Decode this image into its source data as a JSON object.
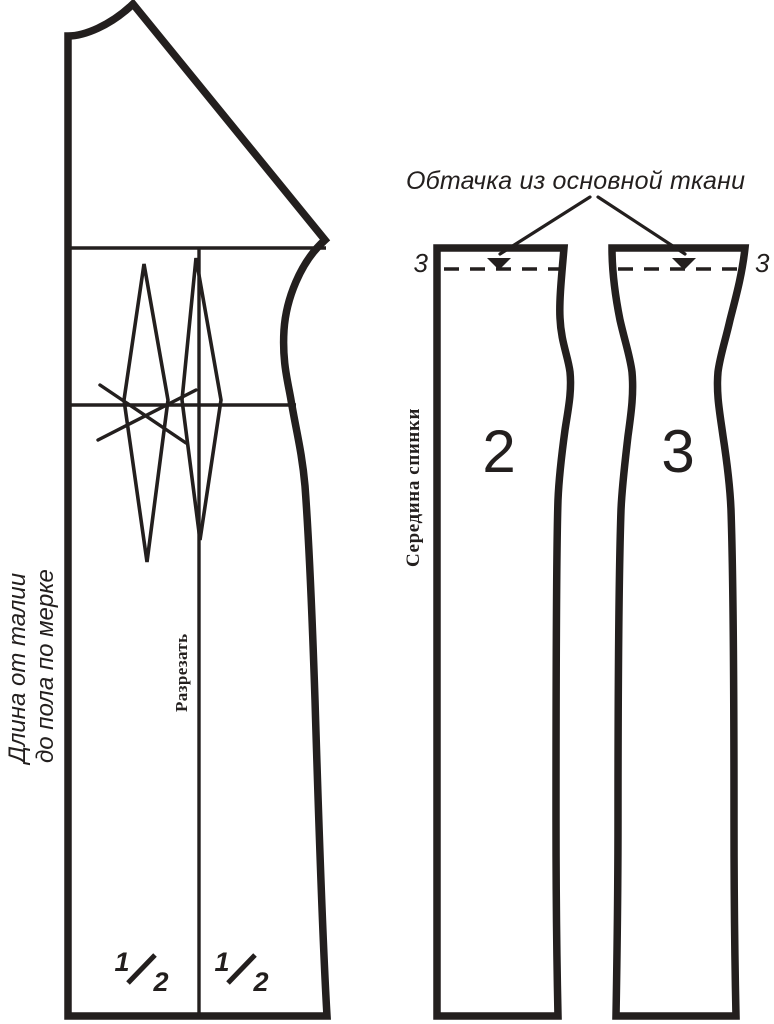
{
  "document": {
    "kind": "sewing-pattern-diagram",
    "language": "ru",
    "background_color": "#ffffff",
    "ink_color": "#231f1e"
  },
  "annotations": {
    "title": "Обтачка из основной ткани",
    "center_back_label": "Середина спинки",
    "cut_label": "Разрезать",
    "length_note_line1": "Длина от талии",
    "length_note_line2": "до пола по мерке"
  },
  "front_piece": {
    "half_label_left": "1/2",
    "half_label_right": "1/2",
    "fraction_numerator": "1",
    "fraction_denominator": "2"
  },
  "back_pieces": [
    {
      "number": "2",
      "edge_label": "3",
      "edge_label_side": "left"
    },
    {
      "number": "3",
      "edge_label": "3",
      "edge_label_side": "right"
    }
  ]
}
